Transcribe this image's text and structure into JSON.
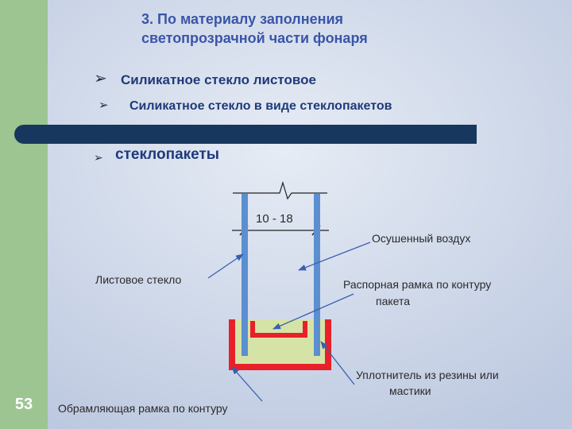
{
  "slide": {
    "title_line1": "3. По материалу заполнения",
    "title_line2": "светопрозрачной части фонаря",
    "bullets": [
      "Силикатное стекло листовое",
      "Силикатное стекло в виде стеклопакетов",
      "стеклопакеты"
    ],
    "slide_number": "53"
  },
  "diagram": {
    "dimension": "10 - 18",
    "labels": {
      "dry_air": "Осушенный воздух",
      "sheet_glass": "Листовое стекло",
      "spacer_line1": "Распорная рамка по контуру",
      "spacer_line2": "пакета",
      "sealant_line1": "Уплотнитель из резины или",
      "sealant_line2": "мастики",
      "frame": "Обрамляющая рамка по контуру"
    }
  },
  "colors": {
    "sidebar": "#9cc592",
    "bar": "#17375e",
    "title": "#3a55a8",
    "glass": "#5b8fd0",
    "frame": "#e8202a",
    "sealant": "#d6e3a6",
    "spacer": "#e8202a"
  }
}
